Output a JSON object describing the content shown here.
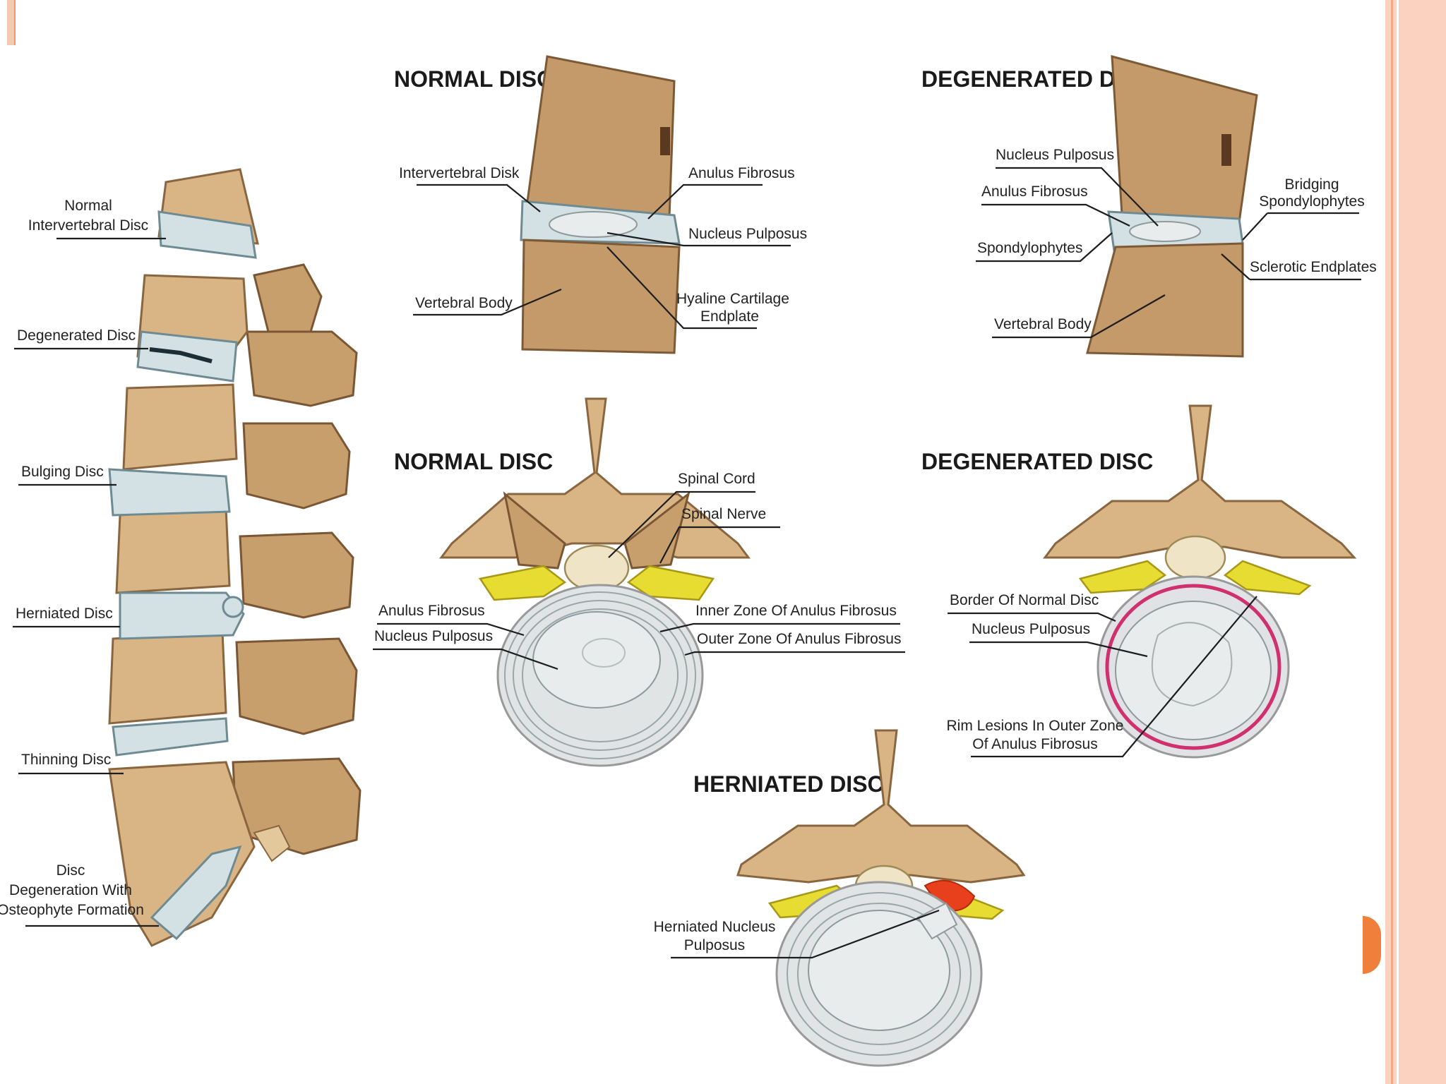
{
  "spine_labels": {
    "normal_disc_a": "Normal",
    "normal_disc_b": "Intervertebral Disc",
    "degenerated": "Degenerated Disc",
    "bulging": "Bulging Disc",
    "herniated": "Herniated Disc",
    "thinning": "Thinning Disc",
    "osteo_a": "Disc",
    "osteo_b": "Degeneration With",
    "osteo_c": "Osteophyte Formation"
  },
  "normal_side": {
    "title": "NORMAL DISC",
    "intervertebral": "Intervertebral Disk",
    "vertebral_body": "Vertebral Body",
    "anulus": "Anulus Fibrosus",
    "nucleus": "Nucleus Pulposus",
    "hyaline_a": "Hyaline Cartilage",
    "hyaline_b": "Endplate"
  },
  "degenerated_side": {
    "title": "DEGENERATED DISC",
    "nucleus": "Nucleus Pulposus",
    "anulus": "Anulus Fibrosus",
    "spondylophytes": "Spondylophytes",
    "vertebral_body": "Vertebral Body",
    "bridging_a": "Bridging",
    "bridging_b": "Spondylophytes",
    "sclerotic": "Sclerotic Endplates"
  },
  "normal_top": {
    "title": "NORMAL DISC",
    "spinal_cord": "Spinal Cord",
    "spinal_nerve": "Spinal Nerve",
    "anulus": "Anulus Fibrosus",
    "nucleus": "Nucleus Pulposus",
    "inner_zone": "Inner Zone Of Anulus Fibrosus",
    "outer_zone": "Outer Zone Of Anulus Fibrosus"
  },
  "degenerated_top": {
    "title": "DEGENERATED DISC",
    "border": "Border Of Normal Disc",
    "nucleus": "Nucleus Pulposus",
    "rim_a": "Rim Lesions In Outer Zone",
    "rim_b": "Of Anulus Fibrosus"
  },
  "herniated_top": {
    "title": "HERNIATED DISC",
    "hn_a": "Herniated Nucleus",
    "hn_b": "Pulposus"
  },
  "colors": {
    "bone": "#d9b585",
    "disc": "#d3e1e4",
    "nerve": "#e7dc32",
    "rim_lesion": "#d0306e",
    "herniation": "#e8401c",
    "slide_accent": "#ef7f3a"
  }
}
